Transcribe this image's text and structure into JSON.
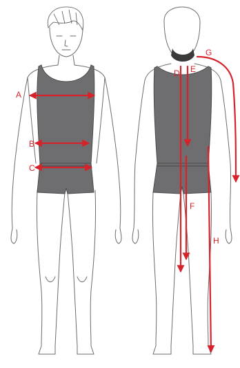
{
  "colors": {
    "measure": "#d6222a",
    "garment": "#6e6e70",
    "outline": "#6b6b6b"
  },
  "labels": {
    "a": "A",
    "b": "B",
    "c": "C",
    "d": "D",
    "e": "E",
    "f": "F",
    "g": "G",
    "h": "H"
  }
}
